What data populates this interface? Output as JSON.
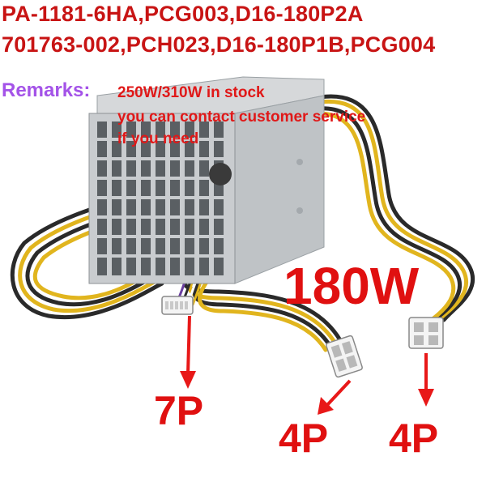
{
  "product": {
    "model_line_1": "PA-1181-6HA,PCG003,D16-180P2A",
    "model_line_2": "701763-002,PCH023,D16-180P1B,PCG004"
  },
  "remarks": {
    "label": "Remarks:",
    "line_1": "250W/310W in stock",
    "line_2": "you can contact customer service",
    "line_3": "if you need"
  },
  "wattage": "180W",
  "connectors": [
    {
      "label": "7P"
    },
    {
      "label": "4P"
    },
    {
      "label": "4P"
    }
  ],
  "colors": {
    "text_red": "#c81414",
    "remarks_purple": "#a453e8",
    "arrow_red": "#e81818",
    "psu_grey": "#c9cccf"
  }
}
